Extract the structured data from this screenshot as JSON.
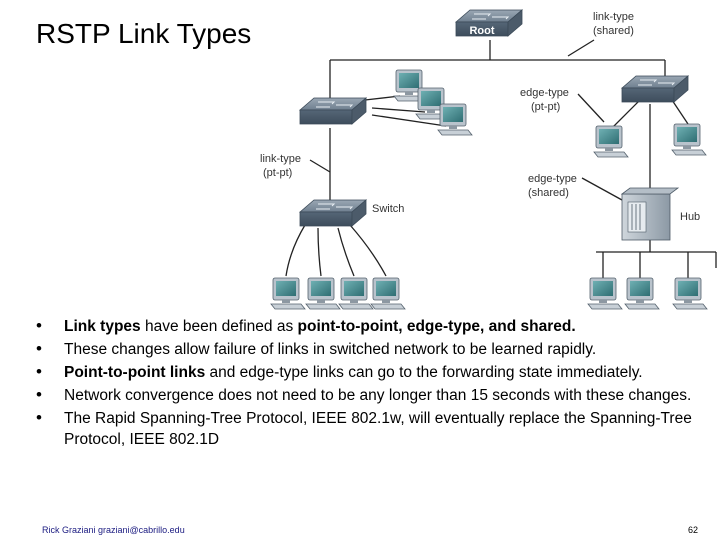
{
  "title": "RSTP Link Types",
  "diagram": {
    "root_label": "Root",
    "switch_label": "Switch",
    "hub_label": "Hub",
    "labels": {
      "link_type_shared_1": "link-type",
      "link_type_shared_2": "(shared)",
      "edge_pt_1": "edge-type",
      "edge_pt_2": "(pt-pt)",
      "link_pt_1": "link-type",
      "link_pt_2": "(pt-pt)",
      "edge_shared_1": "edge-type",
      "edge_shared_2": "(shared)"
    }
  },
  "bullets": [
    {
      "segments": [
        {
          "text": "Link types",
          "bold": true
        },
        {
          "text": " have been defined as ",
          "bold": false
        },
        {
          "text": "point-to-point, edge-type, and shared.",
          "bold": true
        }
      ]
    },
    {
      "segments": [
        {
          "text": "These changes allow failure of links in switched network to be learned rapidly.",
          "bold": false
        }
      ]
    },
    {
      "segments": [
        {
          "text": "Point-to-point links",
          "bold": true
        },
        {
          "text": " and edge-type links can go to the forwarding state immediately.",
          "bold": false
        }
      ]
    },
    {
      "segments": [
        {
          "text": "Network convergence does not need to be any longer than 15 seconds with these changes.",
          "bold": false
        }
      ]
    },
    {
      "segments": [
        {
          "text": "The Rapid Spanning-Tree Protocol, IEEE 802.1w, will eventually replace the Spanning-Tree Protocol, IEEE 802.1D",
          "bold": false
        }
      ]
    }
  ],
  "footer": {
    "author": "Rick Graziani  graziani@cabrillo.edu",
    "page": "62"
  }
}
